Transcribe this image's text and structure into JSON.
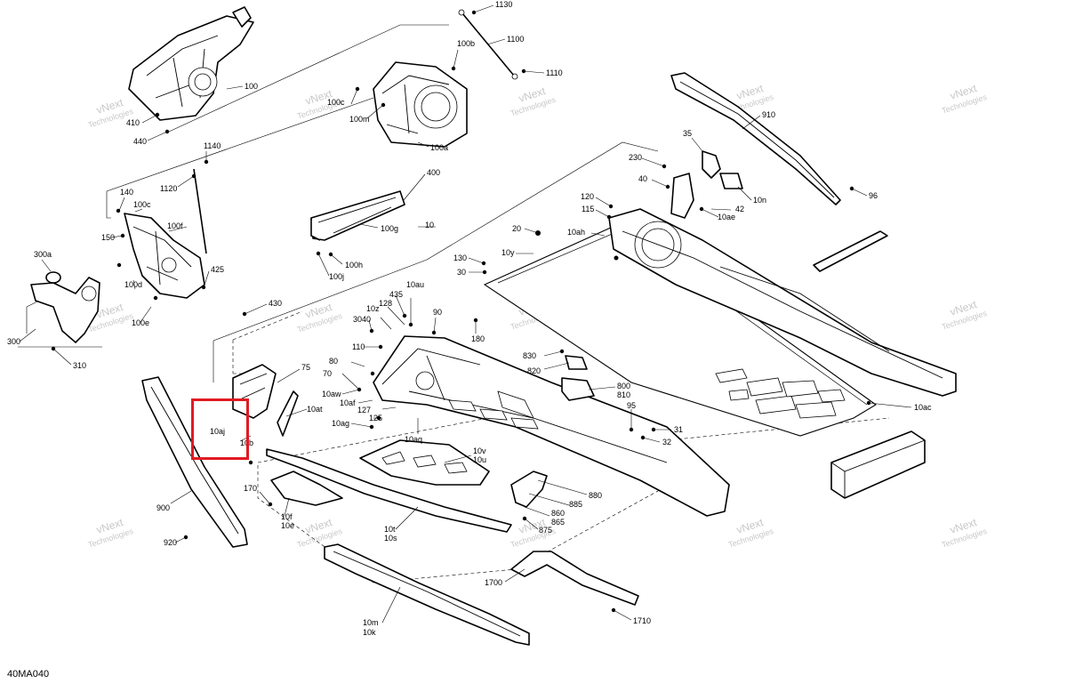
{
  "drawing_code": "40MA040",
  "watermark": {
    "line1": "vNext",
    "line2": "Technologies"
  },
  "highlight": {
    "label": "10aj",
    "color": "#e01b22"
  },
  "callouts": [
    "1130",
    "1100",
    "1110",
    "100b",
    "100",
    "100c",
    "410",
    "440",
    "100m",
    "100a",
    "1140",
    "1120",
    "140",
    "100c",
    "100f",
    "150",
    "100d",
    "100e",
    "300a",
    "300",
    "310",
    "425",
    "430",
    "400",
    "100g",
    "100h",
    "100j",
    "10",
    "130",
    "30",
    "20",
    "10y",
    "10ah",
    "120",
    "115",
    "35",
    "230",
    "40",
    "42",
    "10n",
    "10ae",
    "910",
    "96",
    "435",
    "128",
    "10au",
    "10z",
    "3040",
    "90",
    "110",
    "80",
    "70",
    "10aw",
    "10af",
    "127",
    "125",
    "10ag",
    "10aq",
    "75",
    "10at",
    "10b",
    "180",
    "830",
    "820",
    "800",
    "810",
    "95",
    "31",
    "32",
    "10ac",
    "10v",
    "10u",
    "885",
    "880",
    "860",
    "865",
    "875",
    "170",
    "10f",
    "10e",
    "900",
    "920",
    "10t",
    "10s",
    "1700",
    "1710",
    "10m",
    "10k",
    "10aj"
  ]
}
